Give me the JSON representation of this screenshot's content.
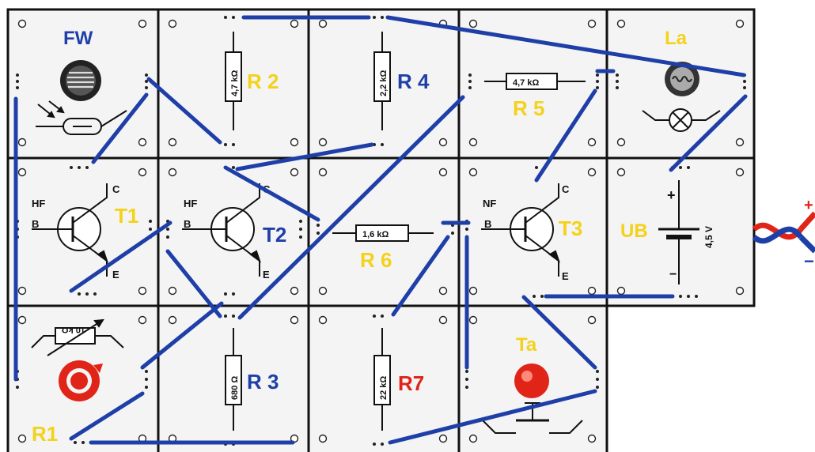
{
  "colors": {
    "wire": "#1f3fa8",
    "label_yellow": "#f4d21a",
    "label_blue": "#1f3fa8",
    "label_red": "#e02418",
    "tile_bg": "#f4f4f4"
  },
  "modules": {
    "fw": {
      "label": "FW"
    },
    "r2": {
      "label": "R 2",
      "value": "4,7 kΩ"
    },
    "r4": {
      "label": "R 4",
      "value": "2,2 kΩ"
    },
    "r5": {
      "label": "R 5",
      "value": "4,7 kΩ"
    },
    "la": {
      "label": "La"
    },
    "t1": {
      "label": "T1",
      "hf": "HF",
      "b": "B",
      "c": "C",
      "e": "E"
    },
    "t2": {
      "label": "T2",
      "hf": "HF",
      "b": "B",
      "c": "C",
      "e": "E"
    },
    "r6": {
      "label": "R 6",
      "value": "1,6 kΩ"
    },
    "t3": {
      "label": "T3",
      "nf": "NF",
      "b": "B",
      "c": "C",
      "e": "E"
    },
    "ub": {
      "label": "UB",
      "voltage": "4,5 V",
      "plus": "+",
      "minus": "−"
    },
    "r1": {
      "label": "R1",
      "value": "10 kΩ"
    },
    "r3": {
      "label": "R 3",
      "value": "680 Ω"
    },
    "r7": {
      "label": "R7",
      "value": "22 kΩ"
    },
    "ta": {
      "label": "Ta"
    }
  },
  "power_leads": {
    "plus": "+",
    "minus": "−"
  }
}
